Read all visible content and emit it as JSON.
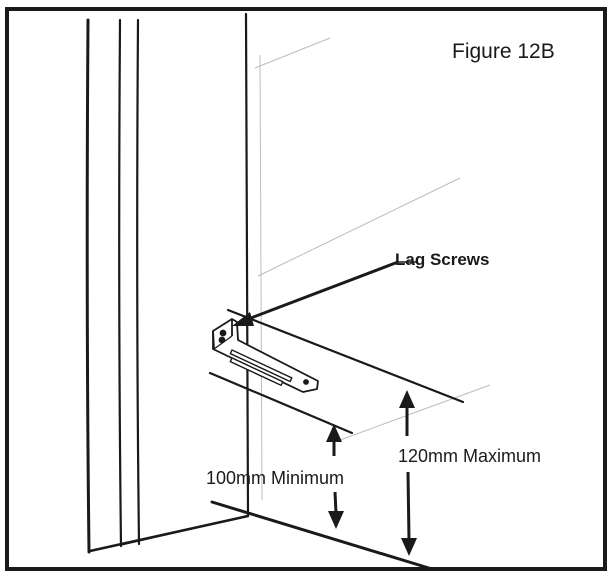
{
  "figure": {
    "title": "Figure 12B"
  },
  "labels": {
    "lag_screws": "Lag Screws",
    "min_clearance": "100mm Minimum",
    "max_clearance": "120mm Maximum"
  },
  "colors": {
    "ink": "#1a1a1a",
    "faint": "#bdbdbd",
    "paper": "#ffffff"
  }
}
